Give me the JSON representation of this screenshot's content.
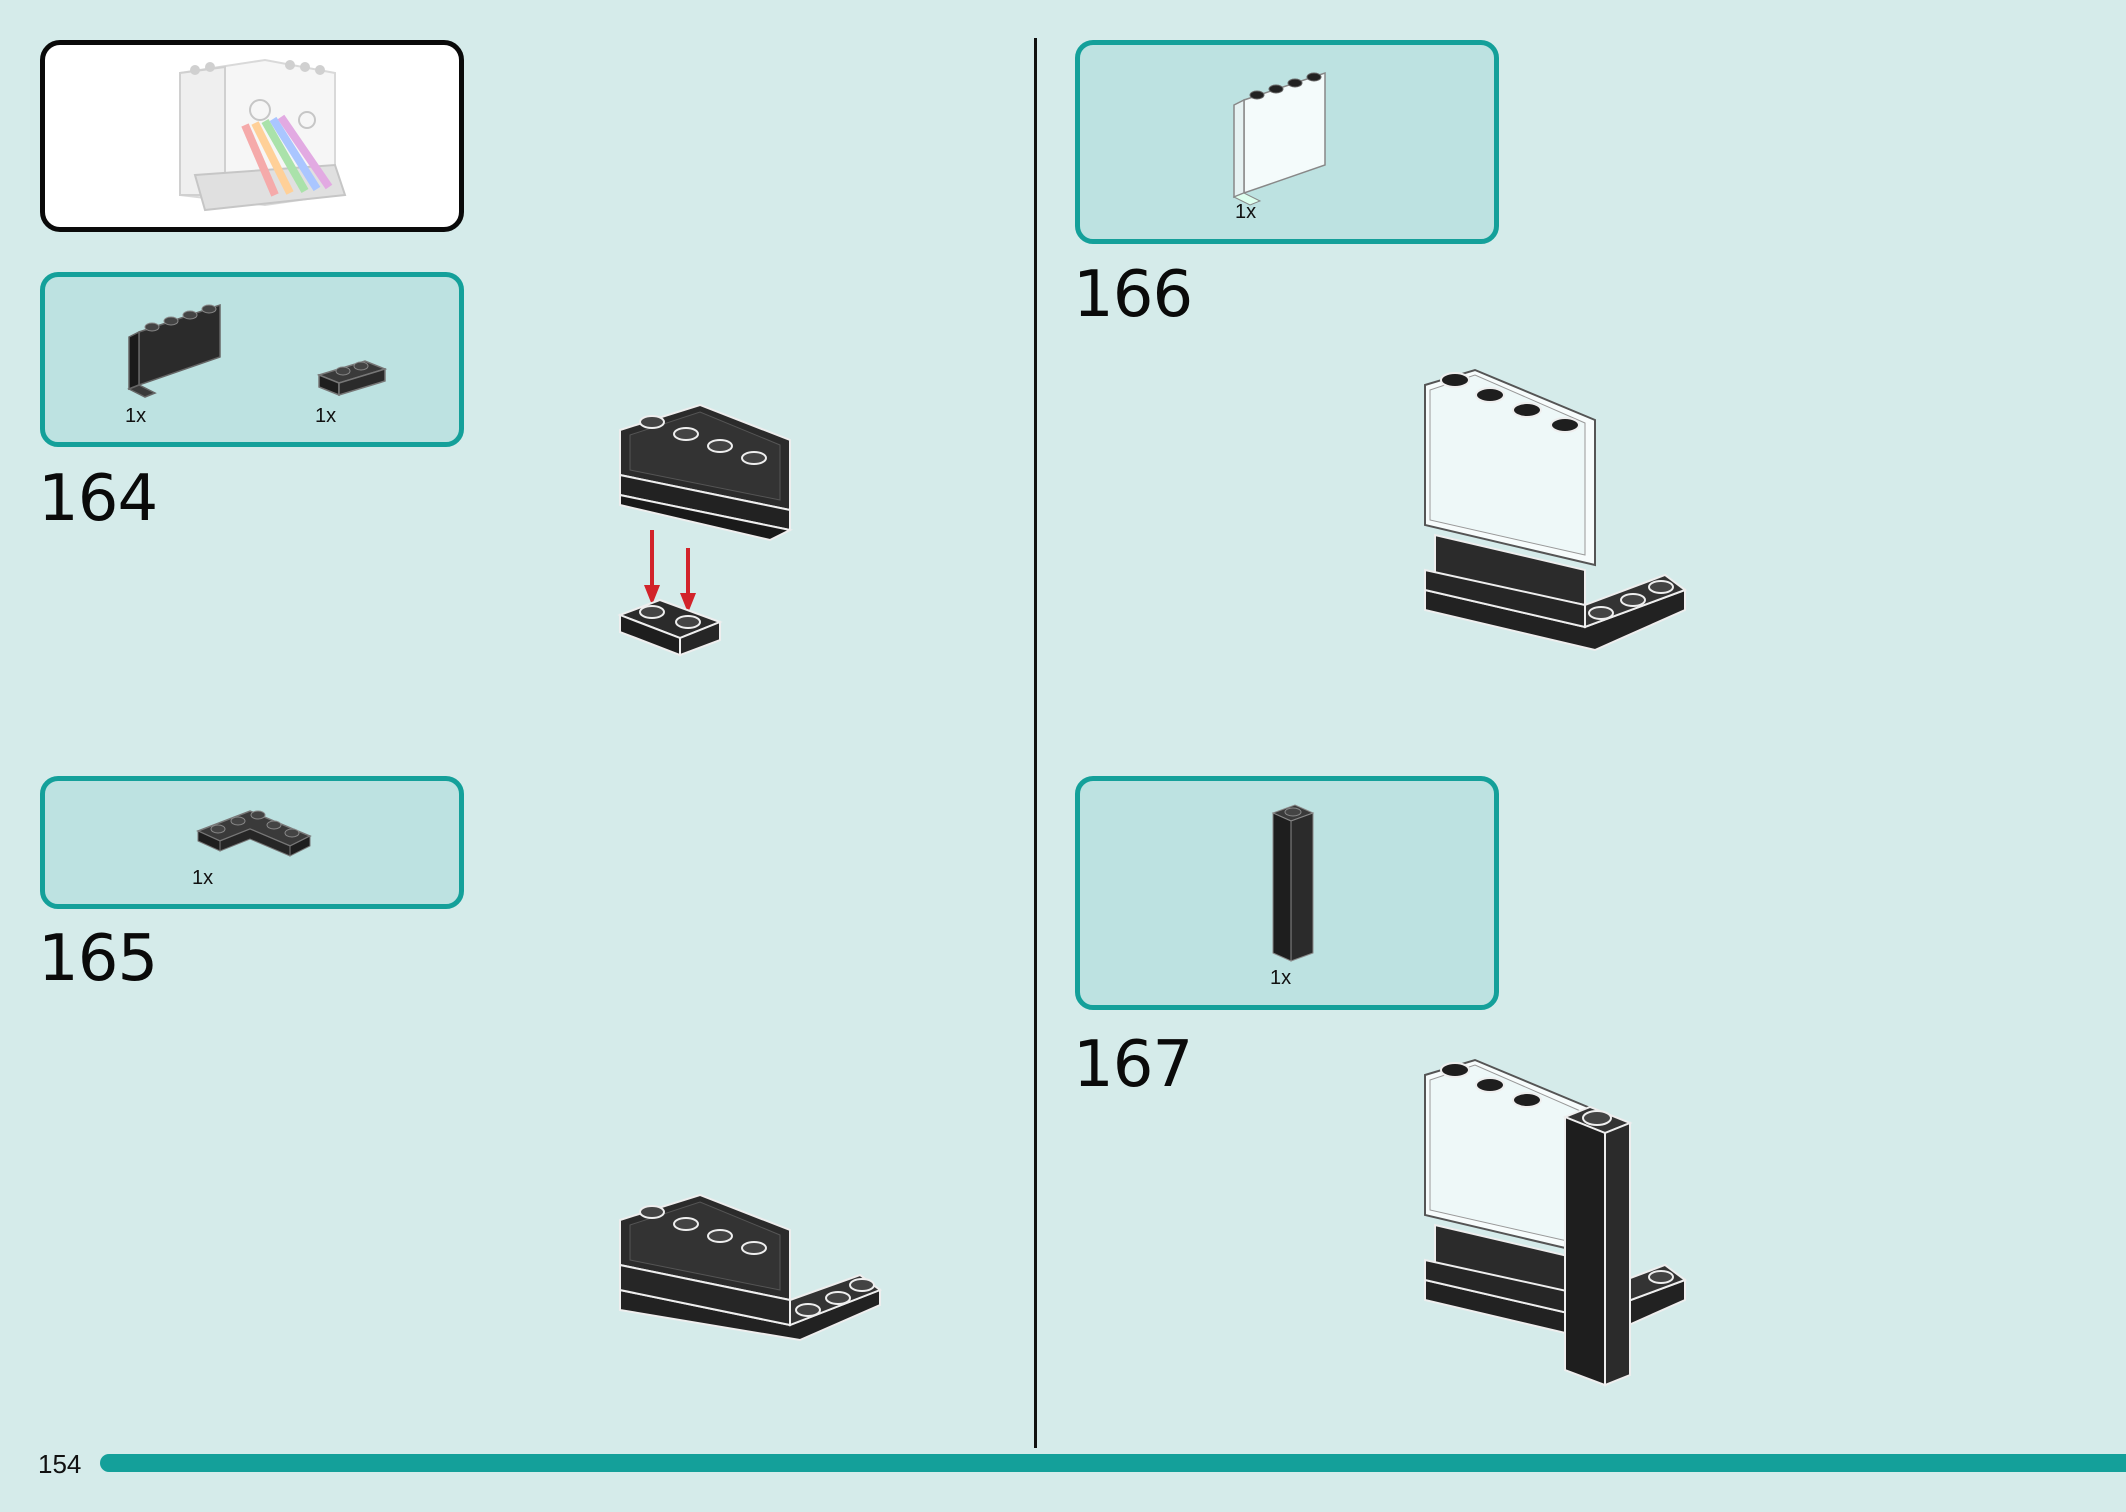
{
  "page": {
    "number": "154"
  },
  "colors": {
    "background": "#d5ebea",
    "parts_box_fill": "#bde2e1",
    "accent_teal": "#14a09a",
    "brick_black": "#2b2b2b",
    "arrow_red": "#d2232a"
  },
  "steps": [
    {
      "number": "164",
      "parts": [
        {
          "name": "black-panel-1x4",
          "qty": "1x"
        },
        {
          "name": "black-plate-1x2",
          "qty": "1x"
        }
      ]
    },
    {
      "number": "165",
      "parts": [
        {
          "name": "black-corner-plate",
          "qty": "1x"
        }
      ]
    },
    {
      "number": "166",
      "parts": [
        {
          "name": "transparent-panel-1x4",
          "qty": "1x"
        }
      ]
    },
    {
      "number": "167",
      "parts": [
        {
          "name": "black-brick-1x1-tall",
          "qty": "1x"
        }
      ]
    }
  ],
  "icons": {
    "overview": "completed-model-preview-icon",
    "arrow": "down-arrow-icon"
  }
}
